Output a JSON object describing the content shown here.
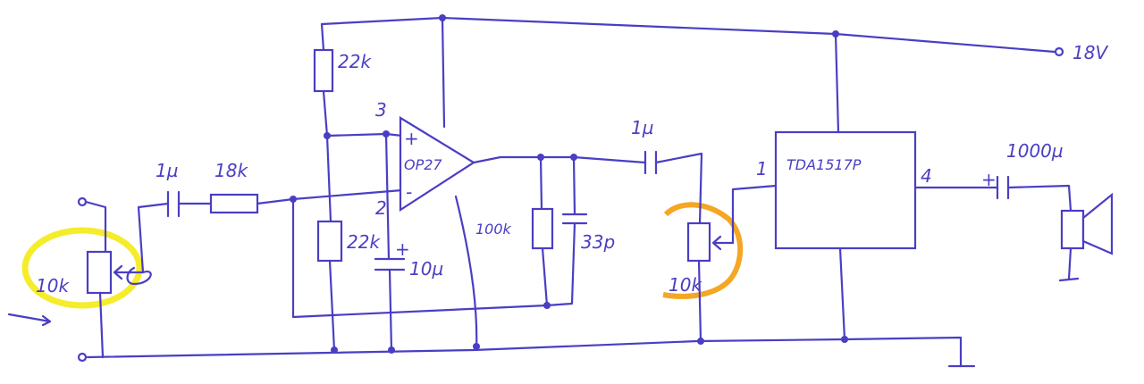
{
  "supply": {
    "label": "18V"
  },
  "input": {
    "pot_label": "10k",
    "cap_label": "1µ",
    "res_label": "18k"
  },
  "opamp": {
    "name": "OP27",
    "pin3": "3",
    "pin2": "2",
    "plus": "+",
    "minus": "-",
    "r_top": "22k",
    "r_bottom": "22k",
    "cap_bias": "10µ",
    "cap_bias_plus": "+"
  },
  "filter": {
    "res_label": "100k",
    "cap_label": "33p"
  },
  "coupling": {
    "cap_label": "1µ",
    "pot_label": "10k"
  },
  "amplifier": {
    "name": "TDA1517P",
    "pin_in": "1",
    "pin_out": "4"
  },
  "output": {
    "cap_label": "1000µ",
    "cap_plus": "+"
  },
  "colors": {
    "ink": "#4a3ec4",
    "highlight_input": "#f5ec2c",
    "highlight_volume": "#f5a623"
  }
}
